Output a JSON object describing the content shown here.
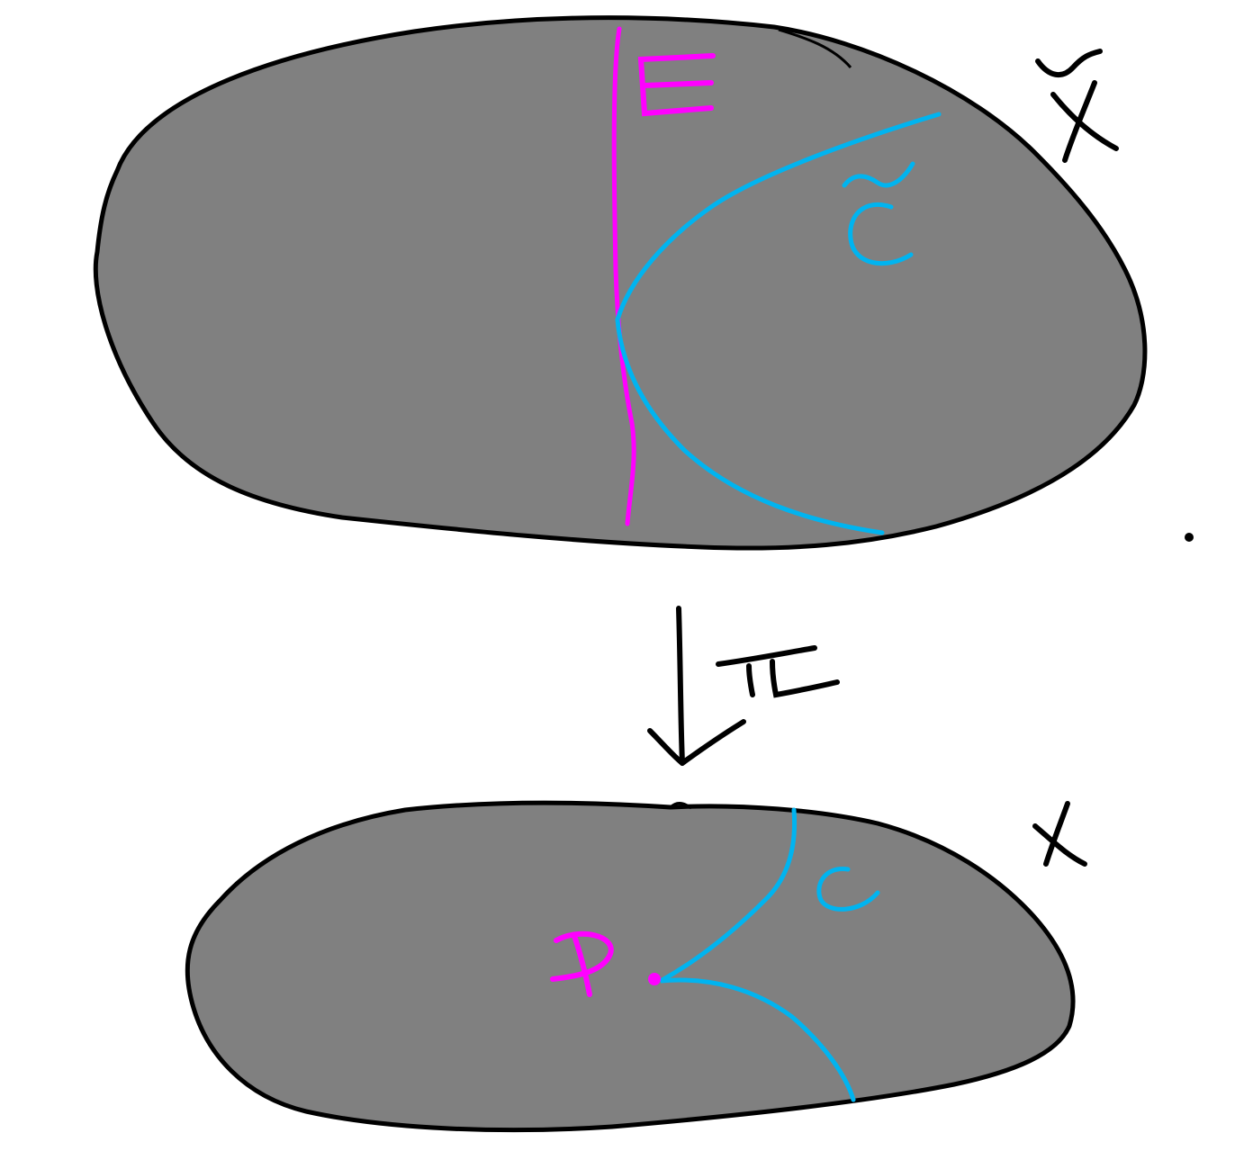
{
  "labels": {
    "exceptional_divisor": "E",
    "strict_transform": "C̃",
    "blowup_space": "X̃",
    "map_name": "π",
    "point": "p",
    "curve": "C",
    "base_space": "X"
  },
  "colors": {
    "background": "#ffffff",
    "surface_fill": "#808080",
    "outline": "#000000",
    "exceptional": "#ff00ff",
    "curve": "#00b4f0"
  }
}
